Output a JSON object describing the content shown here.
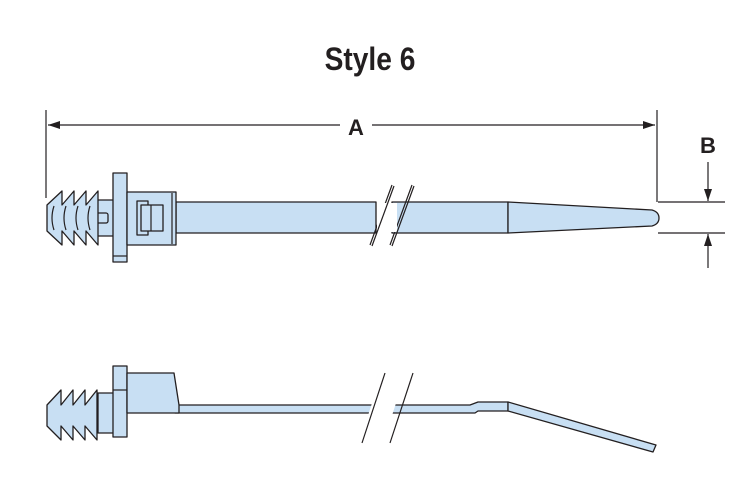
{
  "title": "Style 6",
  "dimensions": {
    "length_label": "A",
    "width_label": "B"
  },
  "colors": {
    "part_fill": "#c8dff3",
    "line": "#231f20"
  }
}
